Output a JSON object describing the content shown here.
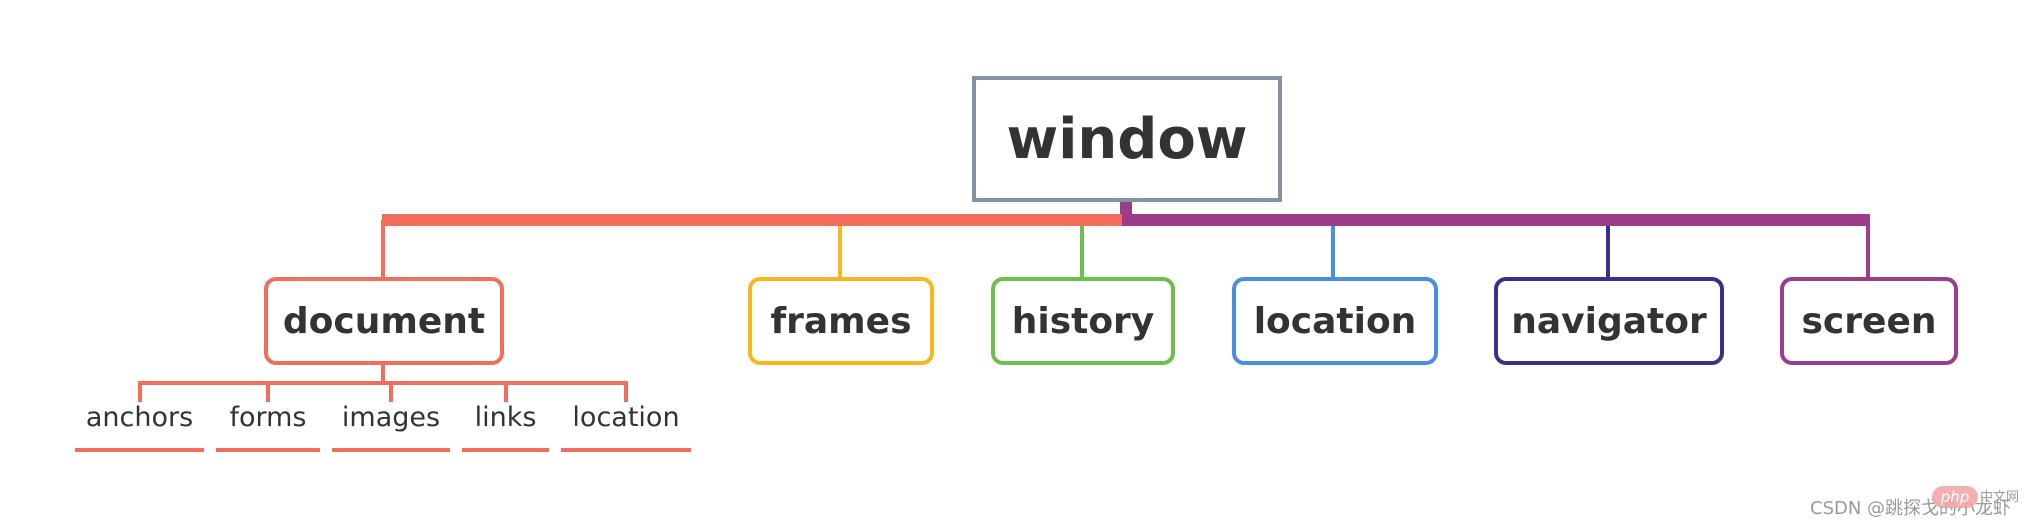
{
  "root": {
    "label": "window"
  },
  "children": [
    {
      "label": "document",
      "color": "#f26d5b"
    },
    {
      "label": "frames",
      "color": "#f9b61f"
    },
    {
      "label": "history",
      "color": "#6cc04a"
    },
    {
      "label": "location",
      "color": "#4a8fdc"
    },
    {
      "label": "navigator",
      "color": "#3b2f8a"
    },
    {
      "label": "screen",
      "color": "#9b3d8a"
    }
  ],
  "document_children": [
    "anchors",
    "forms",
    "images",
    "links",
    "location"
  ],
  "colors": {
    "left_branch": "#f26d5b",
    "right_branch": "#9b3d8a",
    "root_border": "#8492a6"
  },
  "watermark": {
    "text": "CSDN @跳探戈的小龙虾",
    "php_badge": "php",
    "php_cn": "中文网"
  }
}
